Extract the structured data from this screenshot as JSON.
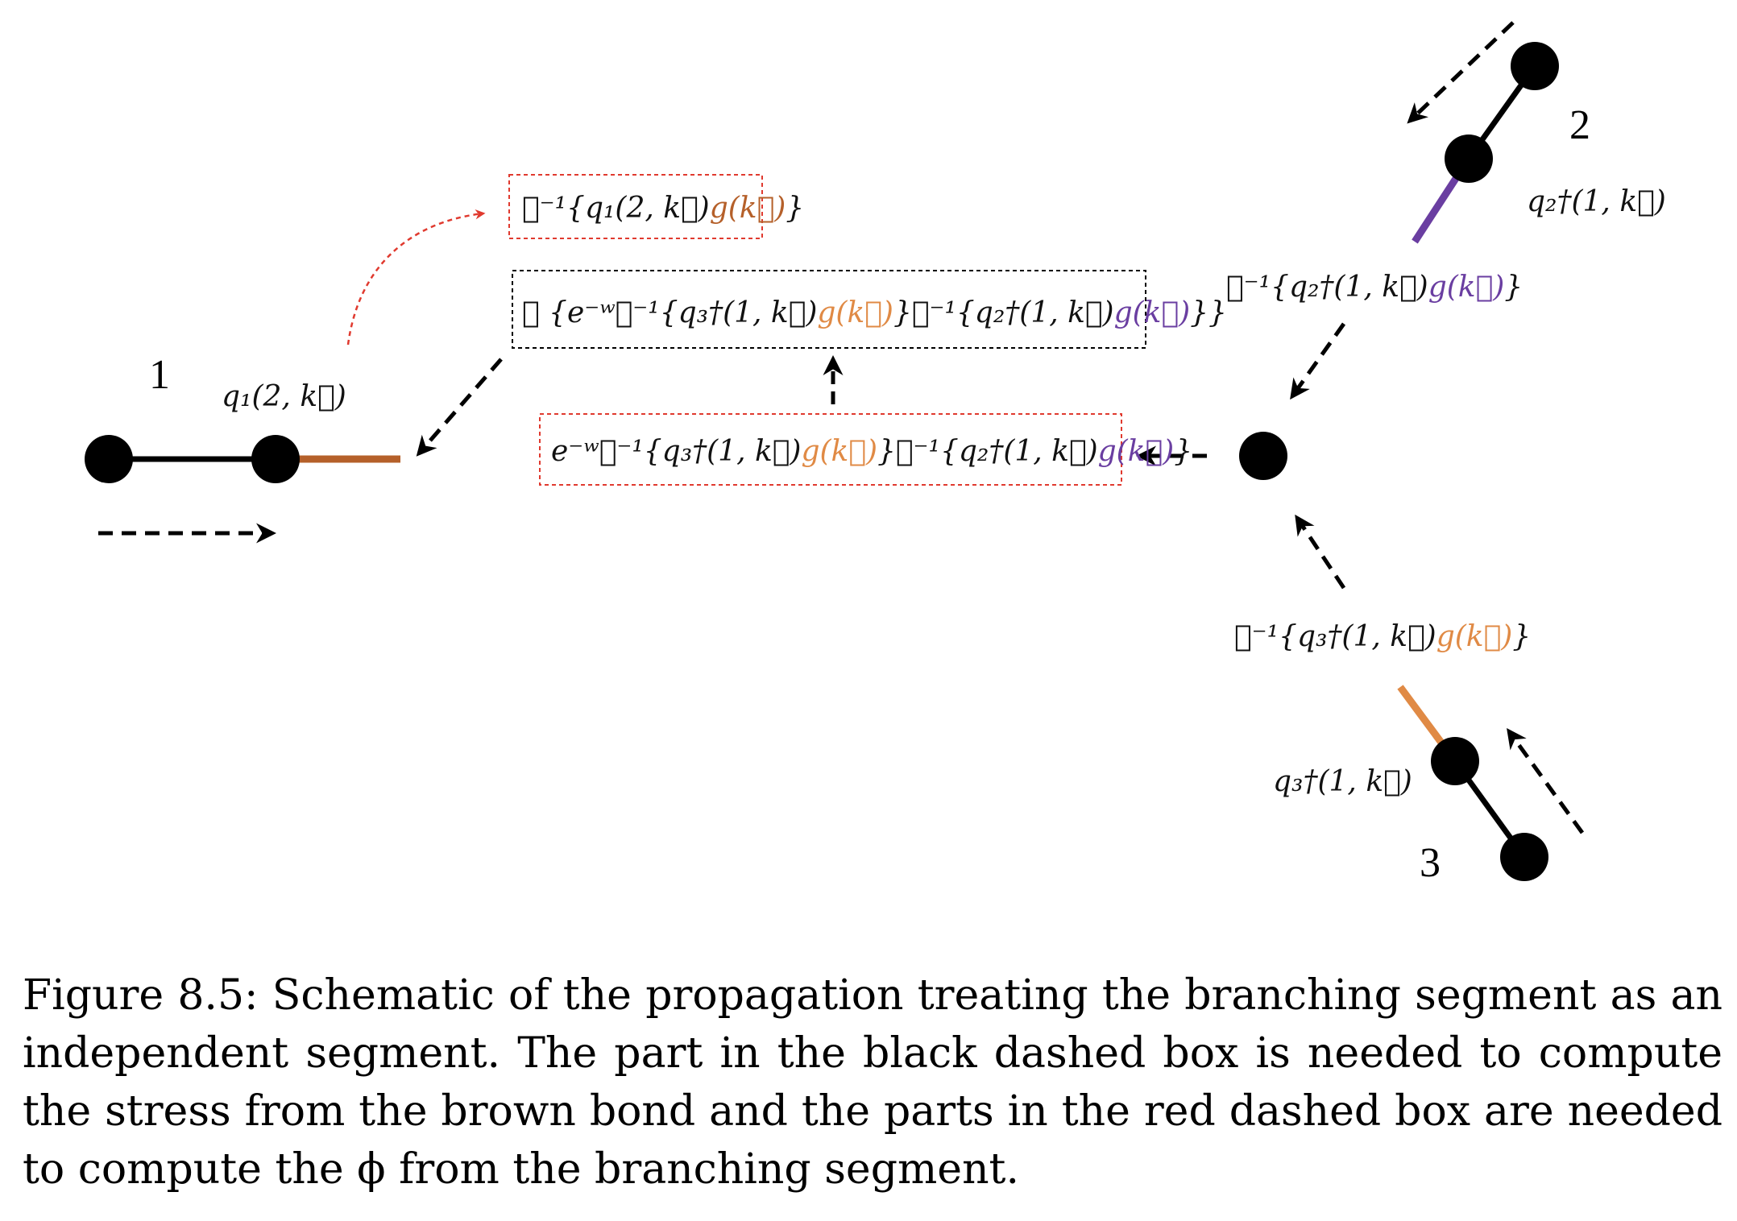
{
  "labels": {
    "n1": "1",
    "n2": "2",
    "n3": "3",
    "q1": "q₁(2, k⃗)",
    "q2": "q₂†(1, k⃗)",
    "q3": "q₃†(1, k⃗)"
  },
  "boxes": {
    "top_red": {
      "prefix": "𝓕⁻¹{q₁(2, k⃗)",
      "g": "g(k⃗)",
      "suffix": "}"
    },
    "black": {
      "p1": "𝓕 {e⁻ʷ𝓕⁻¹{q₃†(1, k⃗)",
      "g1": "g(k⃗)",
      "p2": "}𝓕⁻¹{q₂†(1, k⃗)",
      "g2": "g(k⃗)",
      "p3": "}}"
    },
    "mid_red": {
      "p1": "e⁻ʷ𝓕⁻¹{q₃†(1, k⃗)",
      "g1": "g(k⃗)",
      "p2": "}𝓕⁻¹{q₂†(1, k⃗)",
      "g2": "g(k⃗)",
      "p3": "}"
    },
    "branch2": {
      "p1": "𝓕⁻¹{q₂†(1, k⃗)",
      "g": "g(k⃗)",
      "p2": "}"
    },
    "branch3": {
      "p1": "𝓕⁻¹{q₃†(1, k⃗)",
      "g": "g(k⃗)",
      "p2": "}"
    }
  },
  "colors": {
    "brown": "#b5602a",
    "orange": "#e08a45",
    "purple": "#6a3ea1",
    "red_dash": "#e03a2f",
    "black": "#000000"
  },
  "caption": "Figure 8.5:  Schematic of the propagation treating the branching segment as an independent segment. The part in the black dashed box is needed to compute the stress from the brown bond and the parts in the red dashed box are needed to compute the ϕ from the branching segment."
}
